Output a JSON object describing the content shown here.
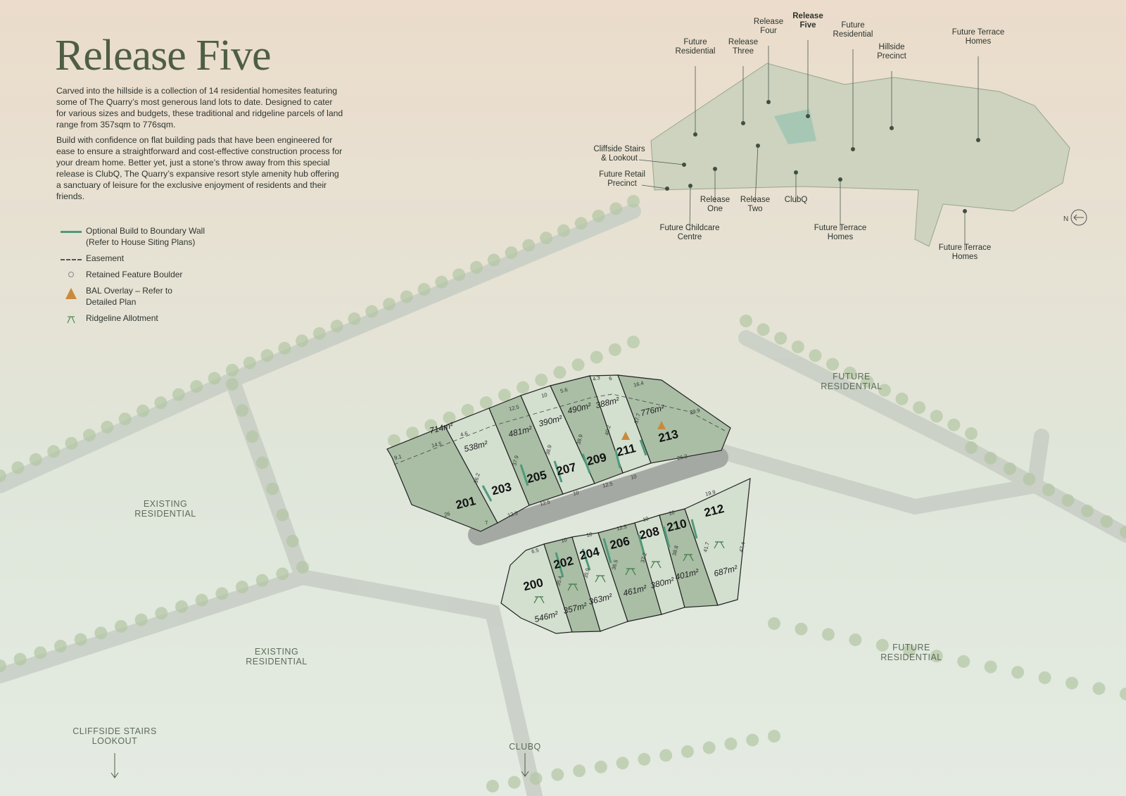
{
  "title": "Release Five",
  "intro": [
    "Carved into the hillside is a collection of 14 residential homesites featuring some of The Quarry’s most generous land lots to date. Designed to cater for various sizes and budgets, these traditional and ridgeline parcels of land range from 357sqm to 776sqm.",
    "Build with confidence on flat building pads that have been engineered for ease to ensure a straightforward and cost-effective construction process for your dream home. Better yet, just a stone’s throw away from this special release is ClubQ, The Quarry’s expansive resort style amenity hub offering a sanctuary of leisure for the exclusive enjoyment of residents and their friends."
  ],
  "legend": [
    {
      "icon": "boundary-wall-line",
      "label": "Optional Build to Boundary Wall",
      "sub": "(Refer to House Siting Plans)"
    },
    {
      "icon": "dashed-line",
      "label": "Easement"
    },
    {
      "icon": "circle",
      "label": "Retained Feature Boulder"
    },
    {
      "icon": "triangle",
      "label": "BAL Overlay – Refer to",
      "sub": "Detailed Plan"
    },
    {
      "icon": "ridgeline",
      "label": "Ridgeline Allotment"
    }
  ],
  "colors": {
    "lot_dark": "#a9bea5",
    "lot_light": "#d3dfcf",
    "wall": "#4e9a7c",
    "bal": "#c98a3a",
    "road": "#9fa39e",
    "title": "#4e5e45"
  },
  "lots": [
    {
      "number": "201",
      "area": "714m²"
    },
    {
      "number": "203",
      "area": "538m²"
    },
    {
      "number": "205",
      "area": "481m²"
    },
    {
      "number": "207",
      "area": "390m²"
    },
    {
      "number": "209",
      "area": "490m²"
    },
    {
      "number": "211",
      "area": "388m²"
    },
    {
      "number": "213",
      "area": "776m²"
    },
    {
      "number": "200",
      "area": "546m²"
    },
    {
      "number": "202",
      "area": "357m²"
    },
    {
      "number": "204",
      "area": "363m²"
    },
    {
      "number": "206",
      "area": "461m²"
    },
    {
      "number": "208",
      "area": "380m²"
    },
    {
      "number": "210",
      "area": "401m²"
    },
    {
      "number": "212",
      "area": "687m²"
    }
  ],
  "dimensions": [
    "9.1",
    "14.5",
    "4.6",
    "12.5",
    "10",
    "5.6",
    "4.3",
    "6",
    "16.4",
    "29.9",
    "36.2",
    "37.9",
    "38.9",
    "38.9",
    "40.2",
    "37.7",
    "26",
    "7",
    "12.5",
    "12.5",
    "10",
    "12.5",
    "10",
    "26.2",
    "6.5",
    "35.4",
    "35.9",
    "36.5",
    "37.2",
    "38.8",
    "41.7",
    "47.4",
    "19.9",
    "10",
    "10",
    "12.5",
    "10",
    "10"
  ],
  "map_labels": [
    {
      "line1": "EXISTING",
      "line2": "RESIDENTIAL"
    },
    {
      "line1": "EXISTING",
      "line2": "RESIDENTIAL"
    },
    {
      "line1": "FUTURE",
      "line2": "RESIDENTIAL"
    },
    {
      "line1": "FUTURE",
      "line2": "RESIDENTIAL"
    },
    {
      "line1": "CLIFFSIDE STAIRS",
      "line2": "LOOKOUT"
    },
    {
      "line1": "CLUBQ",
      "line2": ""
    }
  ],
  "inset_labels": [
    {
      "line1": "Future",
      "line2": "Residential"
    },
    {
      "line1": "Release",
      "line2": "Three"
    },
    {
      "line1": "Release",
      "line2": "Four"
    },
    {
      "line1": "Release",
      "line2": "Five"
    },
    {
      "line1": "Future",
      "line2": "Residential"
    },
    {
      "line1": "Hillside",
      "line2": "Precinct"
    },
    {
      "line1": "Future Terrace",
      "line2": "Homes"
    },
    {
      "line1": "Cliffside Stairs",
      "line2": "& Lookout"
    },
    {
      "line1": "Future Retail",
      "line2": "Precinct"
    },
    {
      "line1": "Release",
      "line2": "One"
    },
    {
      "line1": "Release",
      "line2": "Two"
    },
    {
      "line1": "ClubQ",
      "line2": ""
    },
    {
      "line1": "Future Childcare",
      "line2": "Centre"
    },
    {
      "line1": "Future Terrace",
      "line2": "Homes"
    },
    {
      "line1": "Future Terrace",
      "line2": "Homes"
    }
  ],
  "north_label": "N"
}
